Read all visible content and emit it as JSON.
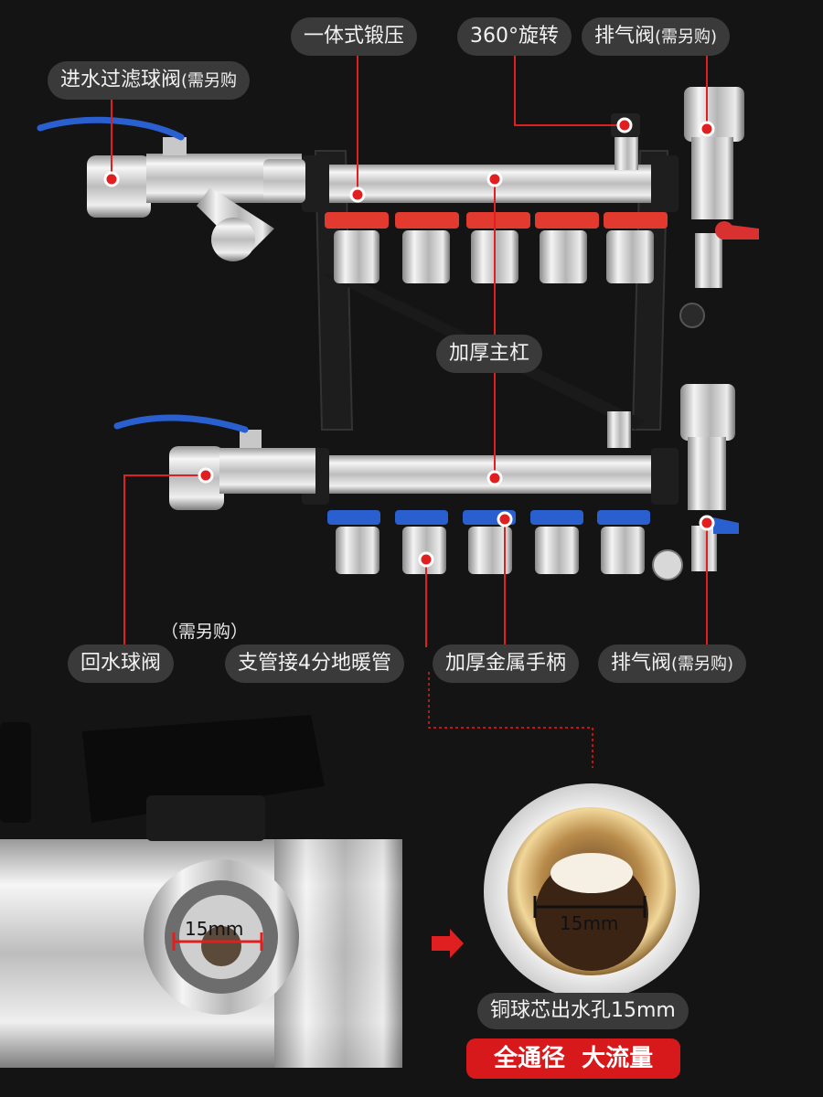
{
  "labels": {
    "forged": "一体式锻压",
    "rotate": "360°旋转",
    "vent_top": "排气阀",
    "vent_top_note": "(需另购)",
    "inlet": "进水过滤球阀",
    "inlet_note": "(需另购",
    "main_bar": "加厚主杠",
    "note_return": "（需另购）",
    "return_valve": "回水球阀",
    "branch": "支管接4分地暖管",
    "handle": "加厚金属手柄",
    "vent_bottom": "排气阀",
    "vent_bottom_note": "(需另购)"
  },
  "detail": {
    "bore_label_left": "15mm",
    "bore_label_right": "15mm",
    "caption": "铜球芯出水孔15mm",
    "slogan": "全通径  大流量"
  },
  "colors": {
    "background": "#141414",
    "accent_red": "#d7191c",
    "label_bg": "#3a3a3a",
    "leader_line": "#e02020",
    "handle_red": "#e23a2e",
    "handle_blue": "#2a5fd0"
  }
}
